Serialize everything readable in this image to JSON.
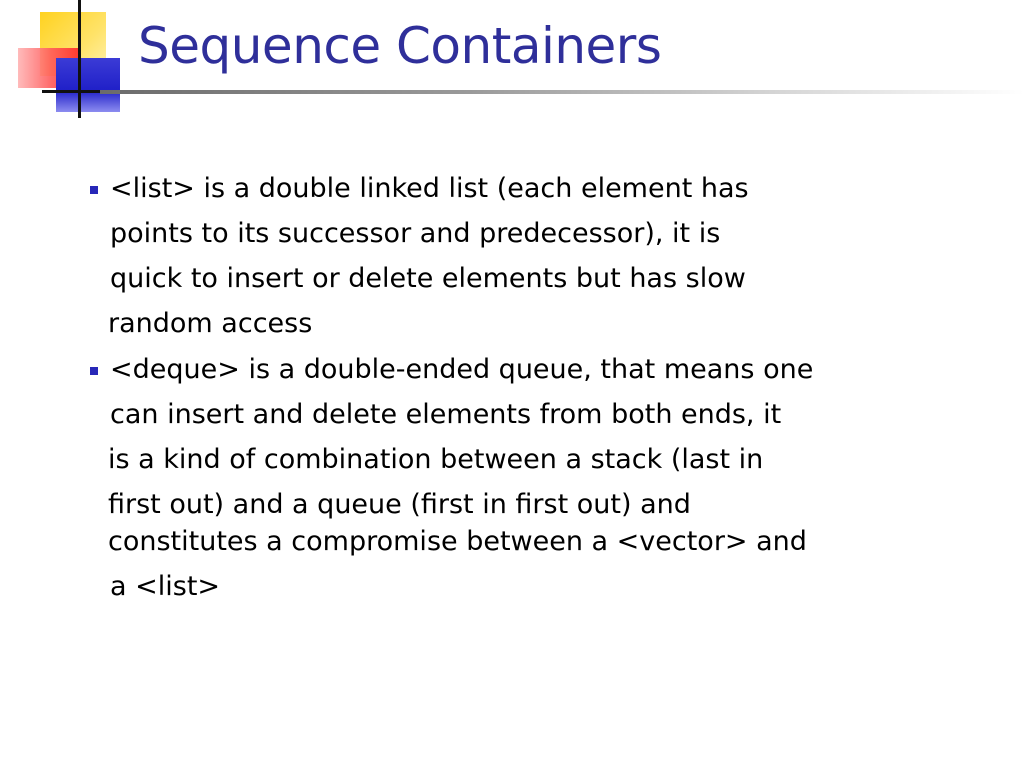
{
  "slide": {
    "title": "Sequence Containers",
    "bullets": [
      {
        "lines": [
          " <list> is a double linked list (each element has",
          " points to its successor and predecessor), it is",
          " quick to insert or delete elements but has slow",
          "random access"
        ]
      },
      {
        "lines": [
          " <deque> is a double-ended queue, that means one",
          " can insert and delete elements from both ends, it",
          "is a kind of combination between a stack (last in",
          "first out) and a queue (first in first out) and",
          "  constitutes a compromise between a <vector> and",
          " a <list>"
        ]
      }
    ]
  },
  "colors": {
    "title": "#2f2f9a",
    "bullet": "#2828b8",
    "text": "#000000"
  }
}
